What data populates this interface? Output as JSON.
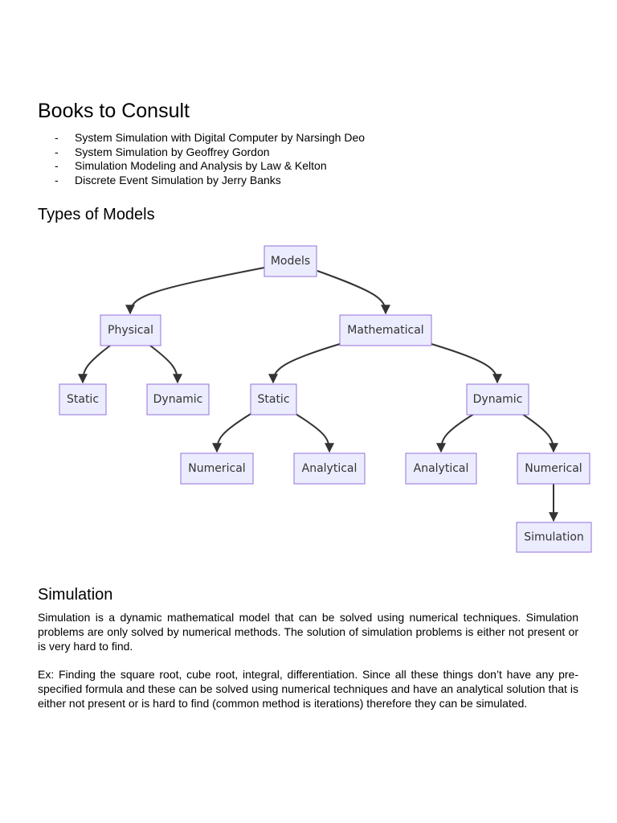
{
  "books": {
    "heading": "Books to Consult",
    "items": [
      {
        "bullet": "-",
        "text": "System Simulation with Digital Computer by Narsingh Deo"
      },
      {
        "bullet": "-",
        "text": "System Simulation by Geoffrey Gordon"
      },
      {
        "bullet": "-",
        "text": "Simulation Modeling and Analysis by Law & Kelton"
      },
      {
        "bullet": "-",
        "text": "Discrete Event Simulation by Jerry Banks"
      }
    ]
  },
  "models": {
    "heading": "Types of Models",
    "diagram": {
      "node_fill": "#ECECFF",
      "node_stroke": "#9370DB",
      "edge_color": "#333333",
      "nodes": {
        "models": "Models",
        "physical": "Physical",
        "mathematical": "Mathematical",
        "physical_static": "Static",
        "physical_dynamic": "Dynamic",
        "math_static": "Static",
        "math_dynamic": "Dynamic",
        "static_numerical": "Numerical",
        "static_analytical": "Analytical",
        "dynamic_analytical": "Analytical",
        "dynamic_numerical": "Numerical",
        "simulation": "Simulation"
      }
    }
  },
  "simulation": {
    "heading": "Simulation",
    "paragraph_1": "Simulation is a dynamic mathematical model that can be solved using numerical techniques. Simulation problems are only solved by numerical methods. The solution of simulation problems is either not present or is very hard to find.",
    "paragraph_2": "Ex: Finding the square root, cube root, integral, differentiation. Since all these things don’t have any pre-specified formula and these can be solved using numerical techniques and have an analytical solution that is either not present or is hard to find (common method is iterations) therefore they can be simulated."
  }
}
